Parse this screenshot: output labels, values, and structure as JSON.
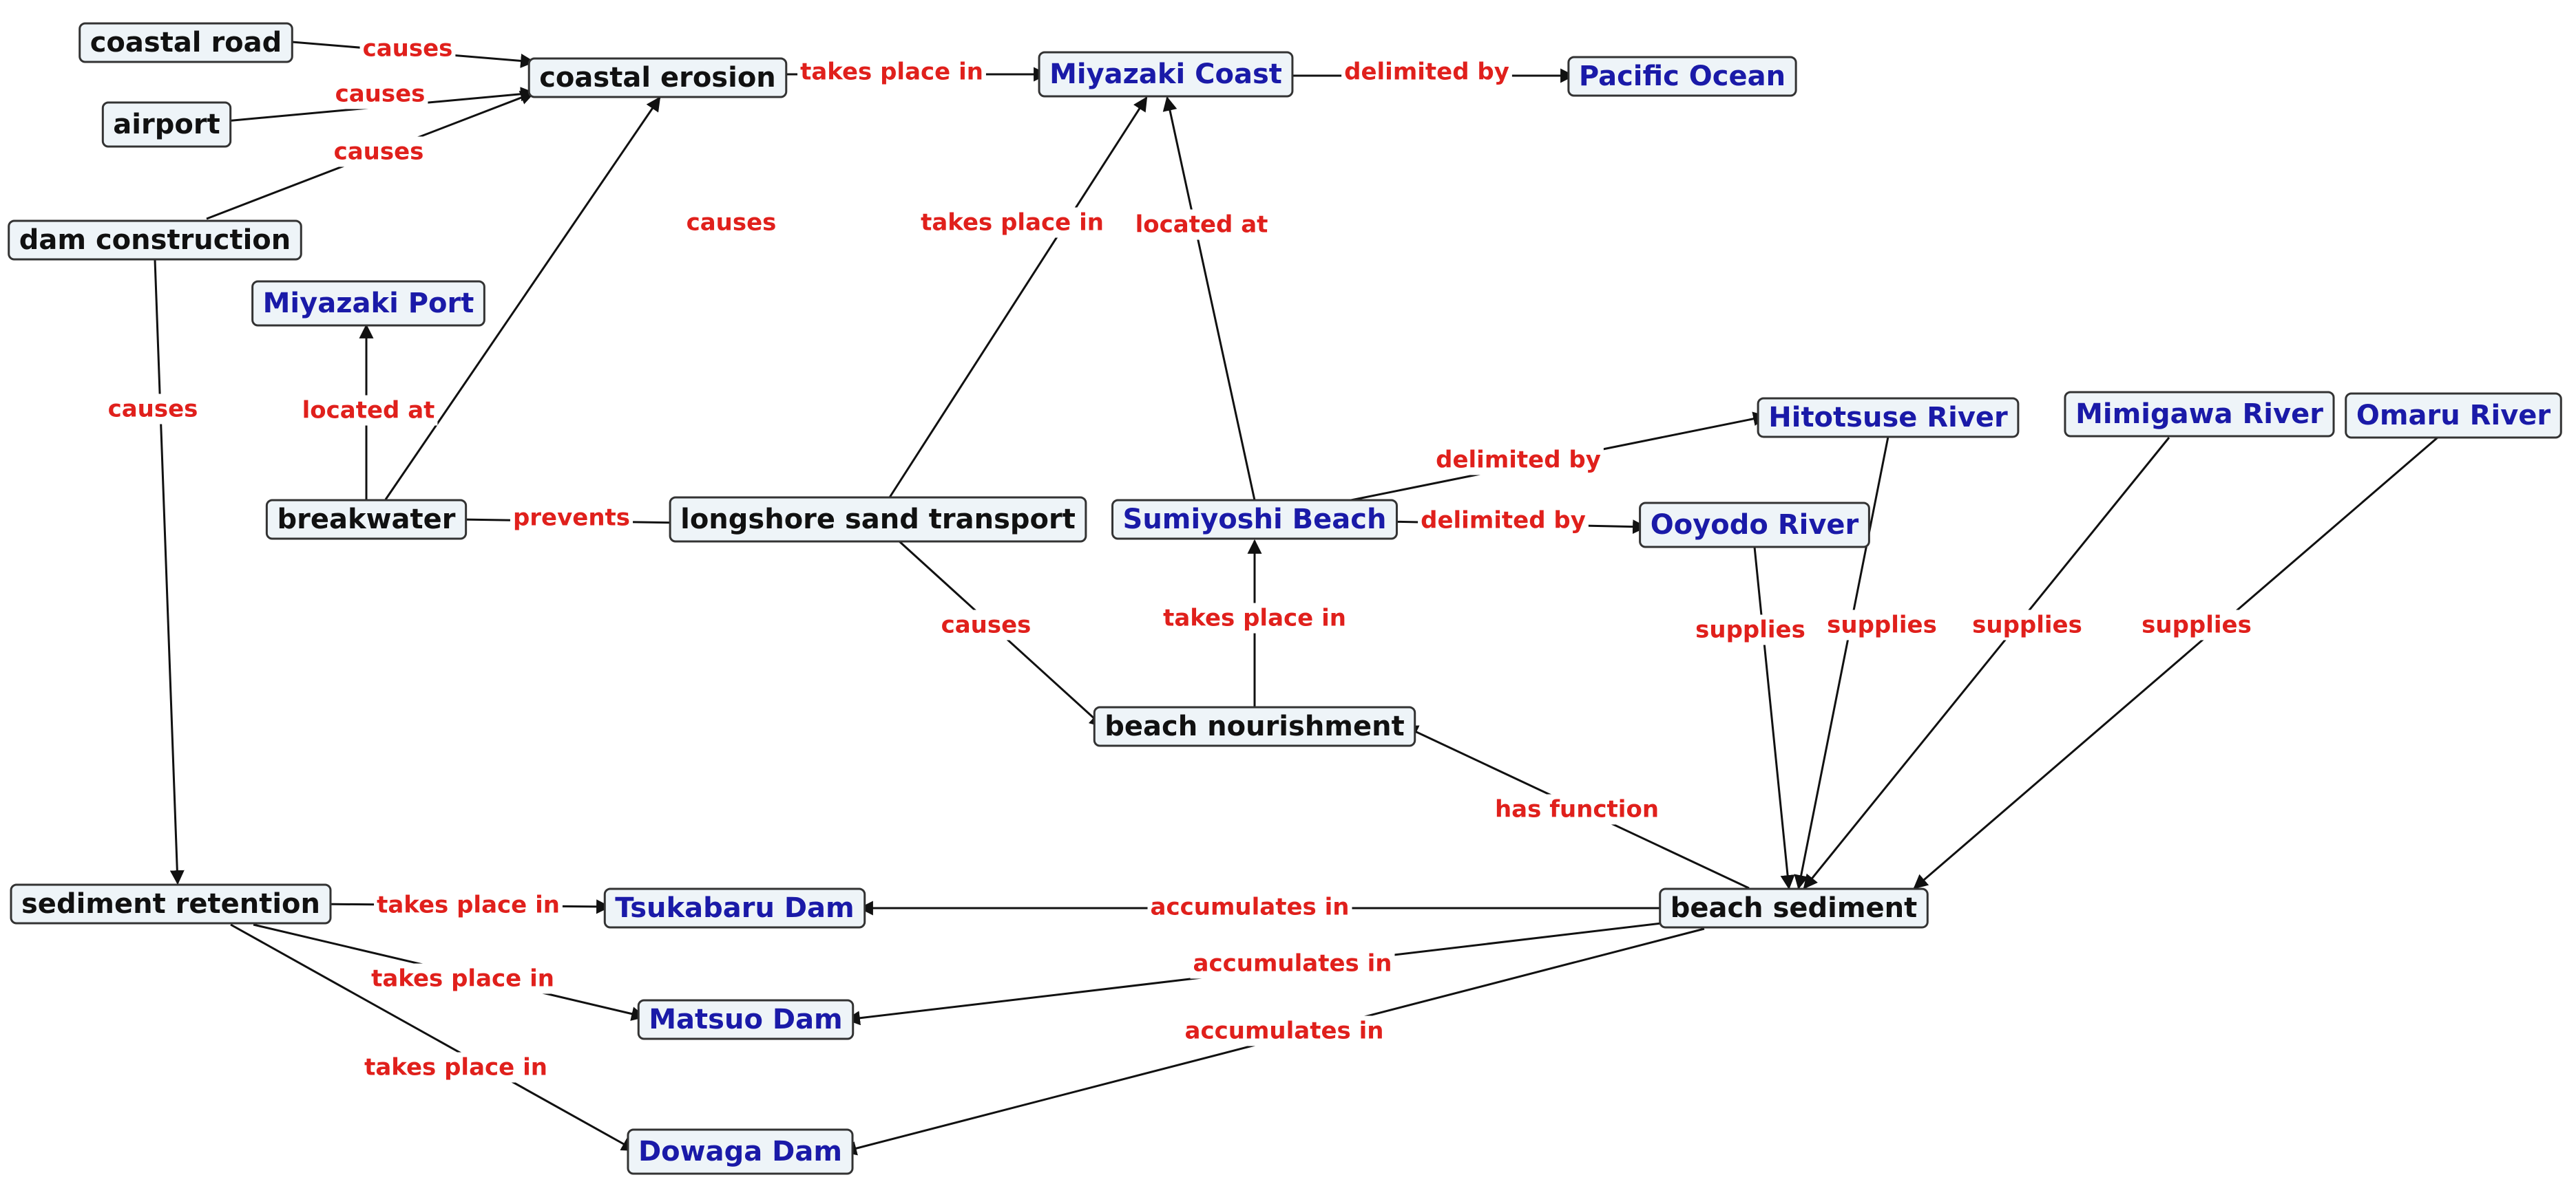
{
  "nodes": {
    "coastal_road": {
      "label": "coastal road",
      "kind": "concept"
    },
    "airport": {
      "label": "airport",
      "kind": "concept"
    },
    "dam_construction": {
      "label": "dam construction",
      "kind": "concept"
    },
    "coastal_erosion": {
      "label": "coastal erosion",
      "kind": "concept"
    },
    "miyazaki_coast": {
      "label": "Miyazaki Coast",
      "kind": "place"
    },
    "pacific_ocean": {
      "label": "Pacific Ocean",
      "kind": "place"
    },
    "miyazaki_port": {
      "label": "Miyazaki Port",
      "kind": "place"
    },
    "breakwater": {
      "label": "breakwater",
      "kind": "concept"
    },
    "longshore": {
      "label": "longshore sand transport",
      "kind": "concept"
    },
    "sumiyoshi": {
      "label": "Sumiyoshi Beach",
      "kind": "place"
    },
    "hitotsuse": {
      "label": "Hitotsuse River",
      "kind": "place"
    },
    "mimigawa": {
      "label": "Mimigawa River",
      "kind": "place"
    },
    "omaru": {
      "label": "Omaru River",
      "kind": "place"
    },
    "ooyodo": {
      "label": "Ooyodo River",
      "kind": "place"
    },
    "beach_nourishment": {
      "label": "beach nourishment",
      "kind": "concept"
    },
    "sediment_retention": {
      "label": "sediment retention",
      "kind": "concept"
    },
    "tsukabaru": {
      "label": "Tsukabaru Dam",
      "kind": "place"
    },
    "beach_sediment": {
      "label": "beach sediment",
      "kind": "concept"
    },
    "matsuo": {
      "label": "Matsuo Dam",
      "kind": "place"
    },
    "dowaga": {
      "label": "Dowaga Dam",
      "kind": "place"
    }
  },
  "edges": [
    {
      "id": "e1",
      "from": "coastal_road",
      "to": "coastal_erosion",
      "label": "causes"
    },
    {
      "id": "e2",
      "from": "airport",
      "to": "coastal_erosion",
      "label": "causes"
    },
    {
      "id": "e3",
      "from": "dam_construction",
      "to": "coastal_erosion",
      "label": "causes"
    },
    {
      "id": "e4",
      "from": "coastal_erosion",
      "to": "miyazaki_coast",
      "label": "takes place in"
    },
    {
      "id": "e5",
      "from": "miyazaki_coast",
      "to": "pacific_ocean",
      "label": "delimited by"
    },
    {
      "id": "e6",
      "from": "breakwater",
      "to": "coastal_erosion",
      "label": "causes"
    },
    {
      "id": "e7",
      "from": "longshore",
      "to": "miyazaki_coast",
      "label": "takes place in"
    },
    {
      "id": "e8",
      "from": "sumiyoshi",
      "to": "miyazaki_coast",
      "label": "located at"
    },
    {
      "id": "e9",
      "from": "dam_construction",
      "to": "sediment_retention",
      "label": "causes"
    },
    {
      "id": "e10",
      "from": "breakwater",
      "to": "miyazaki_port",
      "label": "located at"
    },
    {
      "id": "e11",
      "from": "breakwater",
      "to": "longshore",
      "label": "prevents"
    },
    {
      "id": "e12",
      "from": "sumiyoshi",
      "to": "hitotsuse",
      "label": "delimited by"
    },
    {
      "id": "e13",
      "from": "sumiyoshi",
      "to": "ooyodo",
      "label": "delimited by"
    },
    {
      "id": "e14",
      "from": "longshore",
      "to": "beach_nourishment",
      "label": "causes"
    },
    {
      "id": "e15",
      "from": "beach_nourishment",
      "to": "sumiyoshi",
      "label": "takes place in"
    },
    {
      "id": "e16",
      "from": "ooyodo",
      "to": "beach_sediment",
      "label": "supplies"
    },
    {
      "id": "e17",
      "from": "hitotsuse",
      "to": "beach_sediment",
      "label": "supplies"
    },
    {
      "id": "e18",
      "from": "mimigawa",
      "to": "beach_sediment",
      "label": "supplies"
    },
    {
      "id": "e19",
      "from": "omaru",
      "to": "beach_sediment",
      "label": "supplies"
    },
    {
      "id": "e20",
      "from": "beach_sediment",
      "to": "beach_nourishment",
      "label": "has function"
    },
    {
      "id": "e21",
      "from": "sediment_retention",
      "to": "tsukabaru",
      "label": "takes place in"
    },
    {
      "id": "e22",
      "from": "beach_sediment",
      "to": "tsukabaru",
      "label": "accumulates in"
    },
    {
      "id": "e23",
      "from": "sediment_retention",
      "to": "matsuo",
      "label": "takes place in"
    },
    {
      "id": "e24",
      "from": "beach_sediment",
      "to": "matsuo",
      "label": "accumulates in"
    },
    {
      "id": "e25",
      "from": "sediment_retention",
      "to": "dowaga",
      "label": "takes place in"
    },
    {
      "id": "e26",
      "from": "beach_sediment",
      "to": "dowaga",
      "label": "accumulates in"
    }
  ],
  "colors": {
    "node_fill": "#eef4f8",
    "node_border": "#333333",
    "concept_text": "#111111",
    "place_text": "#1a1aa8",
    "edge_label": "#e0201c",
    "edge_line": "#111111"
  }
}
